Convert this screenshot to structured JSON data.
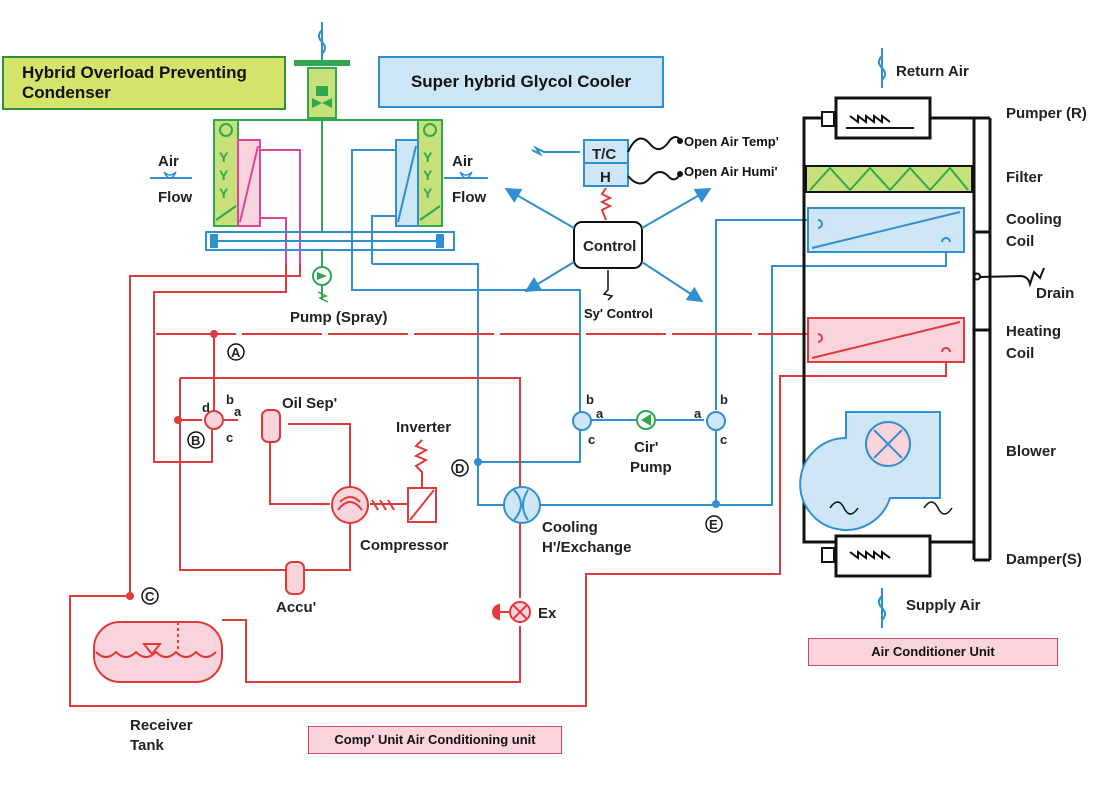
{
  "titles": {
    "condenser": "Hybrid Overload Preventing Condenser",
    "glycol_cooler": "Super hybrid Glycol Cooler",
    "ac_unit": "Air Conditioner  Unit",
    "comp_unit": "Comp' Unit Air Conditioning unit"
  },
  "labels": {
    "air_left": "Air",
    "flow_left": "Flow",
    "air_right": "Air",
    "flow_right": "Flow",
    "pump_spray": "Pump (Spray)",
    "tc": "T/C",
    "h": "H",
    "open_air_temp": "Open Air Temp'",
    "open_air_humi": "Open Air Humi'",
    "control": "Control",
    "sy_control": "Sy' Control",
    "oil_sep": "Oil Sep'",
    "inverter": "Inverter",
    "compressor": "Compressor",
    "accu": "Accu'",
    "cir_pump_1": "Cir'",
    "cir_pump_2": "Pump",
    "cooling_hx_1": "Cooling",
    "cooling_hx_2": "H'/Exchange",
    "ex": "Ex",
    "receiver_1": "Receiver",
    "receiver_2": "Tank",
    "return_air": "Return Air",
    "pumper_r": "Pumper (R)",
    "filter": "Filter",
    "cooling_coil_1": "Cooling",
    "cooling_coil_2": "Coil",
    "drain": "Drain",
    "heating_coil_1": "Heating",
    "heating_coil_2": "Coil",
    "blower": "Blower",
    "damper_s": "Damper(S)",
    "supply_air": "Supply Air"
  },
  "markers": {
    "A": "A",
    "B": "B",
    "C": "C",
    "D": "D",
    "E": "E"
  },
  "ports": {
    "valve_left": {
      "a": "a",
      "b": "b",
      "c": "c",
      "d": "d"
    },
    "valve_mid": {
      "a": "a",
      "b": "b",
      "c": "c"
    },
    "valve_right": {
      "a": "a",
      "b": "b",
      "c": "c"
    }
  },
  "colors": {
    "refrigerant": "#e03a3a",
    "glycol": "#2f8fd0",
    "spray": "#2fa84f",
    "hot_loop": "#e0449a",
    "condenser_fill": "#c6e07a",
    "cool_fill": "#cfe6f7",
    "heat_fill": "#fad4dc"
  }
}
